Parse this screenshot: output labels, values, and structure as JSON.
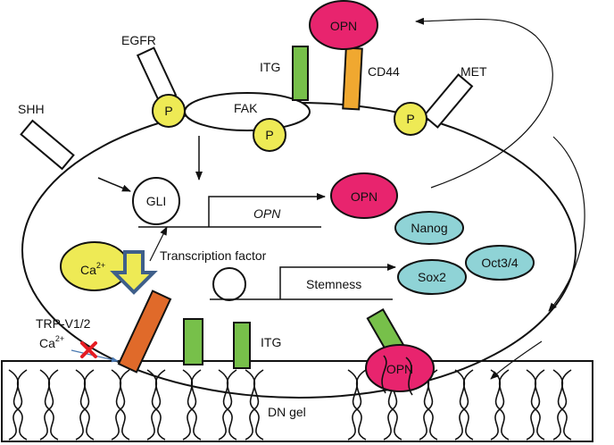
{
  "labels": {
    "egfr": "EGFR",
    "shh": "SHH",
    "itg_top": "ITG",
    "cd44": "CD44",
    "met": "MET",
    "fak": "FAK",
    "p": "P",
    "opn": "OPN",
    "gli": "GLI",
    "opn_gene": "OPN",
    "transcription_factor": "Transcription factor",
    "stemness": "Stemness",
    "nanog": "Nanog",
    "sox2": "Sox2",
    "oct34": "Oct3/4",
    "ca": "Ca",
    "ca_sup": "2+",
    "trp": "TRP-V1/2",
    "itg_bottom": "ITG",
    "dn_gel": "DN gel"
  },
  "colors": {
    "opn": "#e8246e",
    "itg": "#77c04a",
    "cd44": "#f0a830",
    "phospho": "#eeea55",
    "stem": "#8fd3d6",
    "trp": "#e06a2a",
    "ca_arrow_fill": "#eeea55",
    "ca_arrow_stroke": "#3f5f8a",
    "trp_label": "#c0393b",
    "ca_label": "#4a78b0",
    "block": "#e51c23"
  }
}
